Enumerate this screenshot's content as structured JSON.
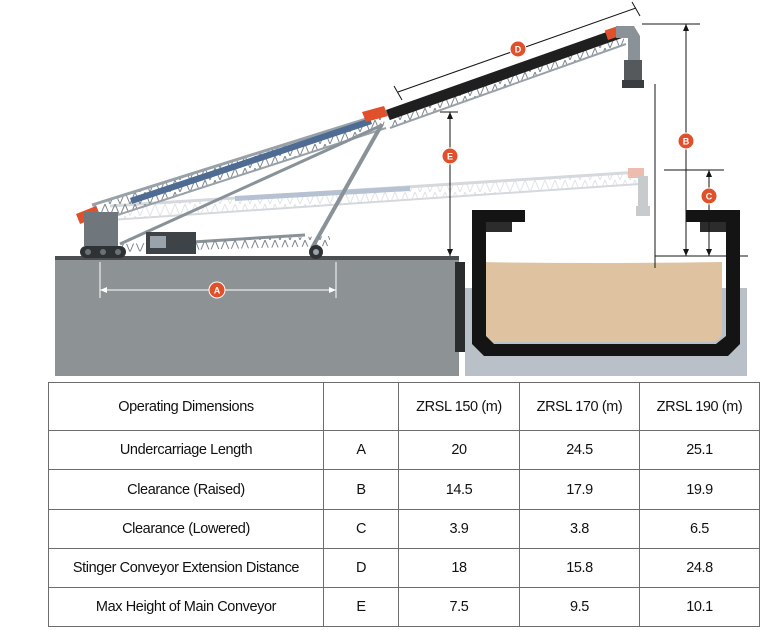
{
  "markers": {
    "a": "A",
    "b": "B",
    "c": "C",
    "d": "D",
    "e": "E"
  },
  "colors": {
    "marker": "#e0502b",
    "ground": "#8d9294",
    "material": "#dfc3a1",
    "water": "#b9c0c8",
    "frame": "#a9b1b8",
    "belt": "#1f1f1f",
    "belt_blue": "#4d6b93"
  },
  "table": {
    "header": {
      "label": "Operating Dimensions",
      "code": "",
      "col1": "ZRSL 150 (m)",
      "col2": "ZRSL 170 (m)",
      "col3": "ZRSL 190 (m)"
    },
    "rows": [
      {
        "label": "Undercarriage Length",
        "code": "A",
        "v1": "20",
        "v2": "24.5",
        "v3": "25.1"
      },
      {
        "label": "Clearance (Raised)",
        "code": "B",
        "v1": "14.5",
        "v2": "17.9",
        "v3": "19.9"
      },
      {
        "label": "Clearance (Lowered)",
        "code": "C",
        "v1": "3.9",
        "v2": "3.8",
        "v3": "6.5"
      },
      {
        "label": "Stinger Conveyor Extension Distance",
        "code": "D",
        "v1": "18",
        "v2": "15.8",
        "v3": "24.8"
      },
      {
        "label": "Max Height of Main Conveyor",
        "code": "E",
        "v1": "7.5",
        "v2": "9.5",
        "v3": "10.1"
      }
    ]
  }
}
